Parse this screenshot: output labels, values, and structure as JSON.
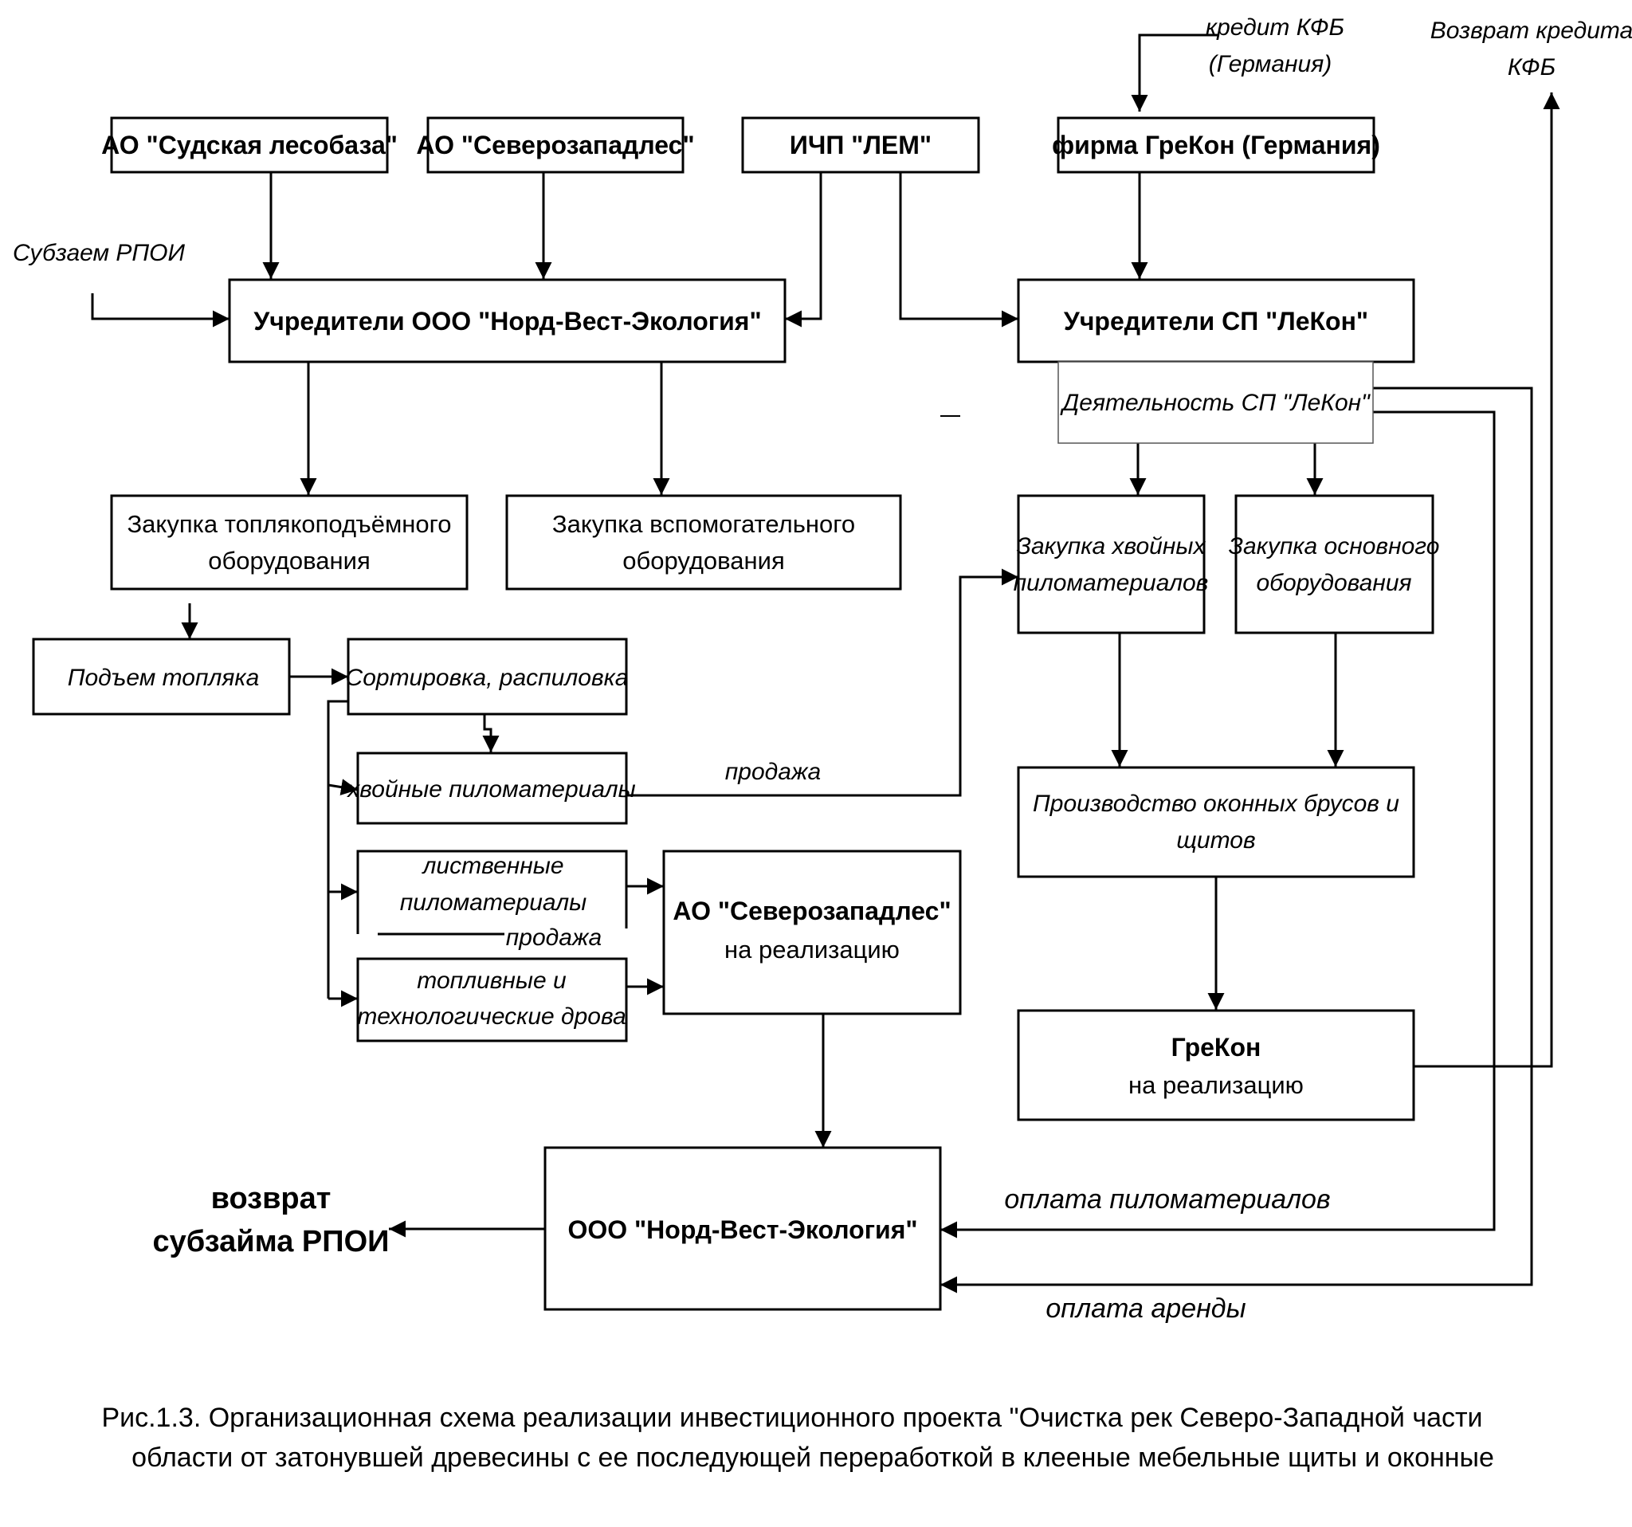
{
  "nodes": {
    "sudskaya": "АО \"Судская лесобаза\"",
    "severozapadles_top": "АО \"Северозападлес\"",
    "ichp_lem": "ИЧП \"ЛЕМ\"",
    "grekon_firm": "фирма ГреКон (Германия)",
    "founders_nwe": "Учредители ООО \"Норд-Вест-Экология\"",
    "founders_lekon": "Учредители СП \"ЛеКон\"",
    "activity_lekon": "Деятельность СП \"ЛеКон\"",
    "purchase_lift_equipment": [
      "Закупка топлякоподъёмного",
      "оборудования"
    ],
    "purchase_aux_equipment": [
      "Закупка вспомогательного",
      "оборудования"
    ],
    "purchase_conifer_lumber": [
      "Закупка хвойных",
      "пиломатериалов"
    ],
    "purchase_main_equipment": [
      "Закупка основного",
      "оборудования"
    ],
    "lift_sunken_wood": "Подъем топляка",
    "sorting_sawing": "Сортировка, распиловка",
    "conifer_lumber": "хвойные пиломатериалы",
    "hardwood_lumber": [
      "лиственные",
      "пиломатериалы"
    ],
    "fuel_wood": [
      "топливные и",
      "технологические дрова"
    ],
    "severozapadles_sale": {
      "name": "АО \"Северозападлес\"",
      "sub": "на реализацию"
    },
    "window_production": [
      "Производство оконных брусов и",
      "щитов"
    ],
    "grekon_sale": {
      "name": "ГреКон",
      "sub": "на реализацию"
    },
    "nwe": "ООО \"Норд-Вест-Экология\""
  },
  "labels": {
    "kfb_credit": [
      "кредит КФБ",
      "(Германия)"
    ],
    "kfb_return": [
      "Возврат кредита",
      "КФБ"
    ],
    "subloan": "Субзаем РПОИ",
    "sale_1": "продажа",
    "sale_2": "продажа",
    "lumber_payment": "оплата пиломатериалов",
    "rent_payment": "оплата аренды",
    "subloan_return": [
      "возврат",
      "субзайма РПОИ"
    ]
  },
  "caption": [
    "Рис.1.3.  Организационная схема реализации инвестиционного проекта \"Очистка рек Северо-Западной части",
    "области от затонувшей древесины с ее последующей переработкой в клееные мебельные щиты и оконные"
  ]
}
